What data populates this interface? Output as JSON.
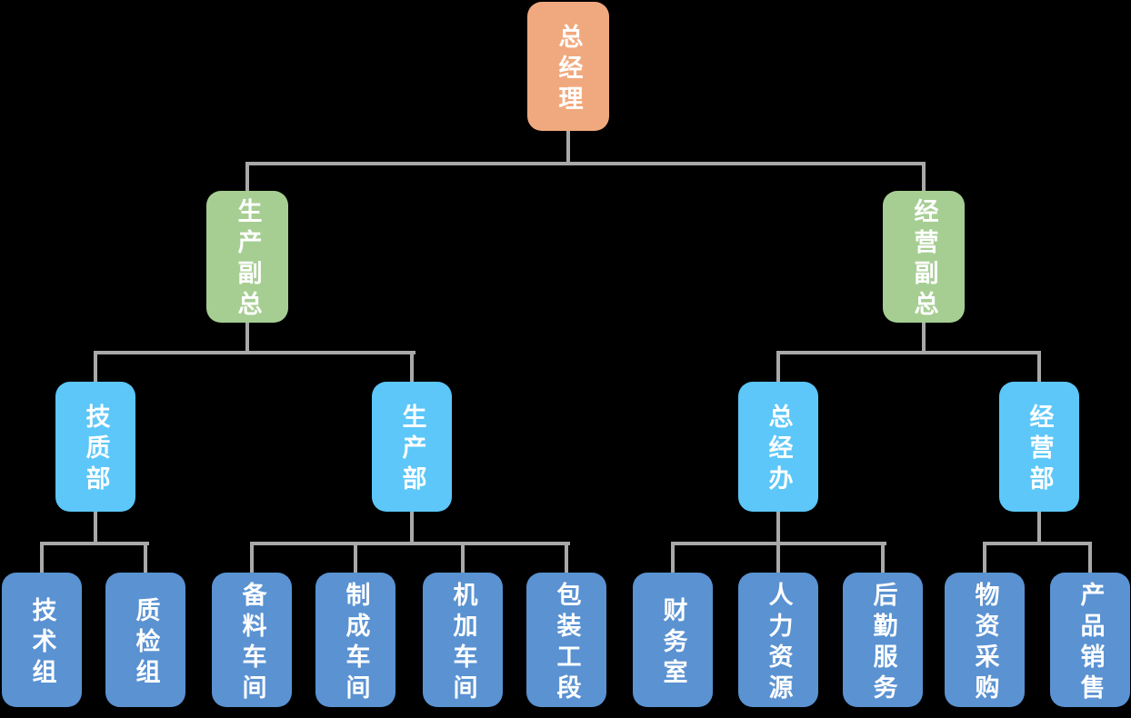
{
  "org_chart": {
    "background_color": "#000000",
    "connector_color": "#a9a9a9",
    "text_color": "#ffffff",
    "level_colors": {
      "level1": "#f0a97e",
      "level2": "#a6ce92",
      "level3": "#5cc7f8",
      "level4": "#5a92d2"
    },
    "nodes": {
      "gm": {
        "label": "总经理",
        "level": 1
      },
      "prod_vp": {
        "label": "生产副总",
        "level": 2
      },
      "biz_vp": {
        "label": "经营副总",
        "level": 2
      },
      "tech_quality": {
        "label": "技质部",
        "level": 3
      },
      "production": {
        "label": "生产部",
        "level": 3
      },
      "gm_office": {
        "label": "总经办",
        "level": 3
      },
      "operations": {
        "label": "经营部",
        "level": 3
      },
      "tech_team": {
        "label": "技术组",
        "level": 4
      },
      "qc_team": {
        "label": "质检组",
        "level": 4
      },
      "material_prep": {
        "label": "备料车间",
        "level": 4
      },
      "finishing": {
        "label": "制成车间",
        "level": 4
      },
      "machining": {
        "label": "机加车间",
        "level": 4
      },
      "packaging": {
        "label": "包装工段",
        "level": 4
      },
      "finance": {
        "label": "财务室",
        "level": 4
      },
      "hr": {
        "label": "人力资源",
        "level": 4
      },
      "logistics": {
        "label": "后勤服务",
        "level": 4
      },
      "procurement": {
        "label": "物资采购",
        "level": 4
      },
      "sales": {
        "label": "产品销售",
        "level": 4
      }
    },
    "edges": [
      [
        "gm",
        "prod_vp"
      ],
      [
        "gm",
        "biz_vp"
      ],
      [
        "prod_vp",
        "tech_quality"
      ],
      [
        "prod_vp",
        "production"
      ],
      [
        "biz_vp",
        "gm_office"
      ],
      [
        "biz_vp",
        "operations"
      ],
      [
        "tech_quality",
        "tech_team"
      ],
      [
        "tech_quality",
        "qc_team"
      ],
      [
        "production",
        "material_prep"
      ],
      [
        "production",
        "finishing"
      ],
      [
        "production",
        "machining"
      ],
      [
        "production",
        "packaging"
      ],
      [
        "gm_office",
        "finance"
      ],
      [
        "gm_office",
        "hr"
      ],
      [
        "gm_office",
        "logistics"
      ],
      [
        "operations",
        "procurement"
      ],
      [
        "operations",
        "sales"
      ]
    ]
  }
}
